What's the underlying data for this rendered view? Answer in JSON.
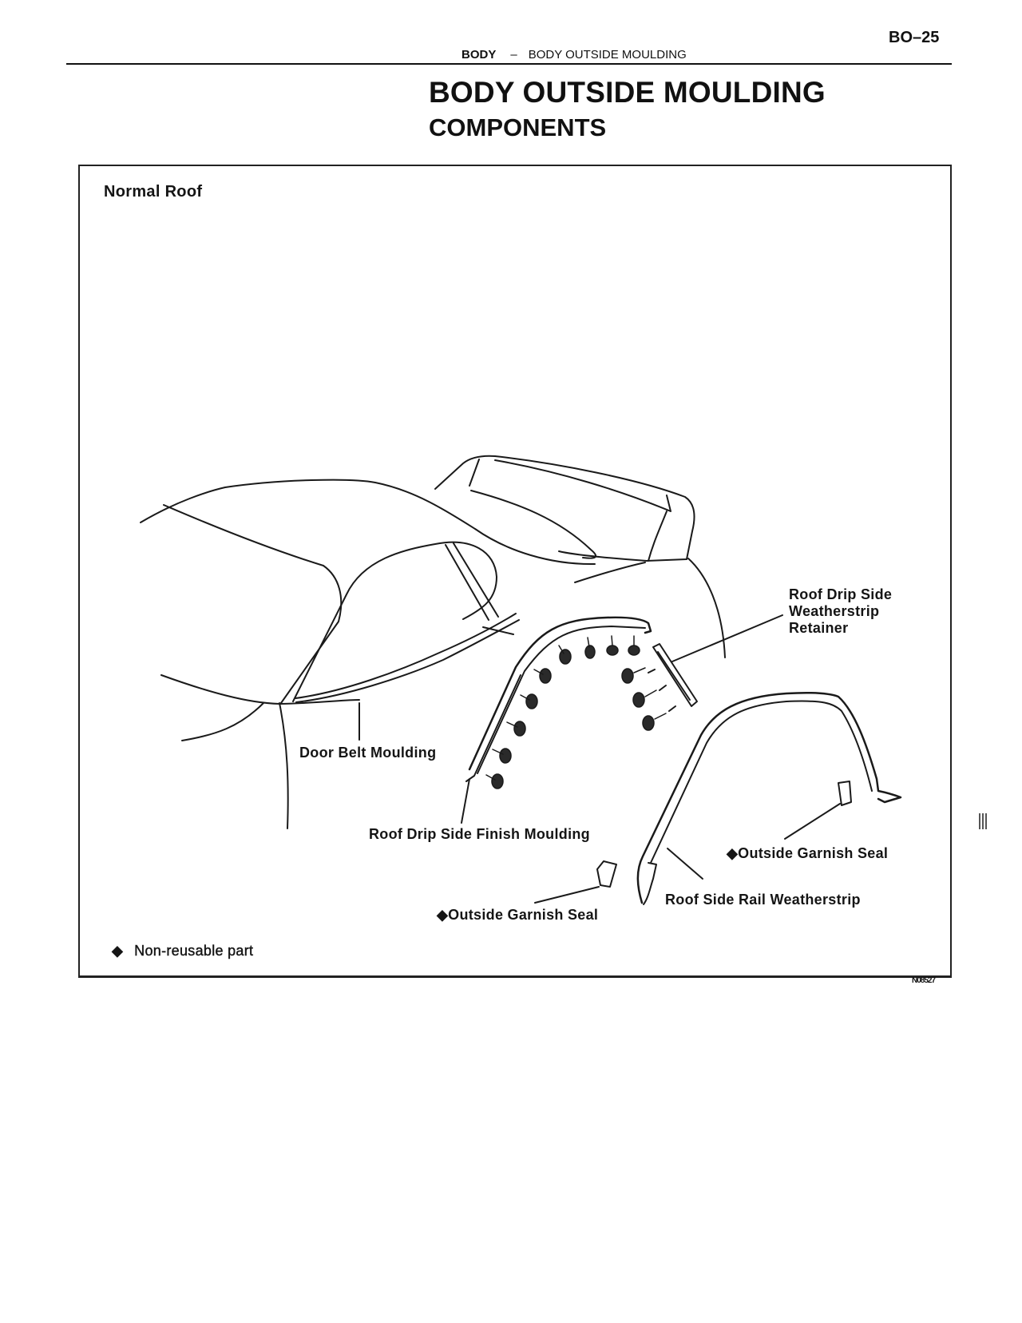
{
  "header": {
    "page_number": "BO–25",
    "section": "BODY",
    "separator": "–",
    "subsection": "BODY OUTSIDE MOULDING"
  },
  "title": "BODY OUTSIDE MOULDING",
  "subtitle": "COMPONENTS",
  "figure": {
    "title": "Normal Roof",
    "labels": {
      "door_belt_moulding": "Door Belt Moulding",
      "roof_drip_side_finish_moulding": "Roof Drip Side Finish Moulding",
      "retainer_line1": "Roof Drip Side",
      "retainer_line2": "Weatherstrip",
      "retainer_line3": "Retainer",
      "outside_garnish_seal_right": "◆Outside Garnish Seal",
      "roof_side_rail_weatherstrip": "Roof Side Rail Weatherstrip",
      "outside_garnish_seal_left": "◆Outside Garnish Seal"
    },
    "legend": {
      "symbol": "◆",
      "text": "Non-reusable part"
    },
    "code": "N08527",
    "icons": {
      "non_reusable": "diamond-icon",
      "clip": "clip-icon"
    }
  }
}
